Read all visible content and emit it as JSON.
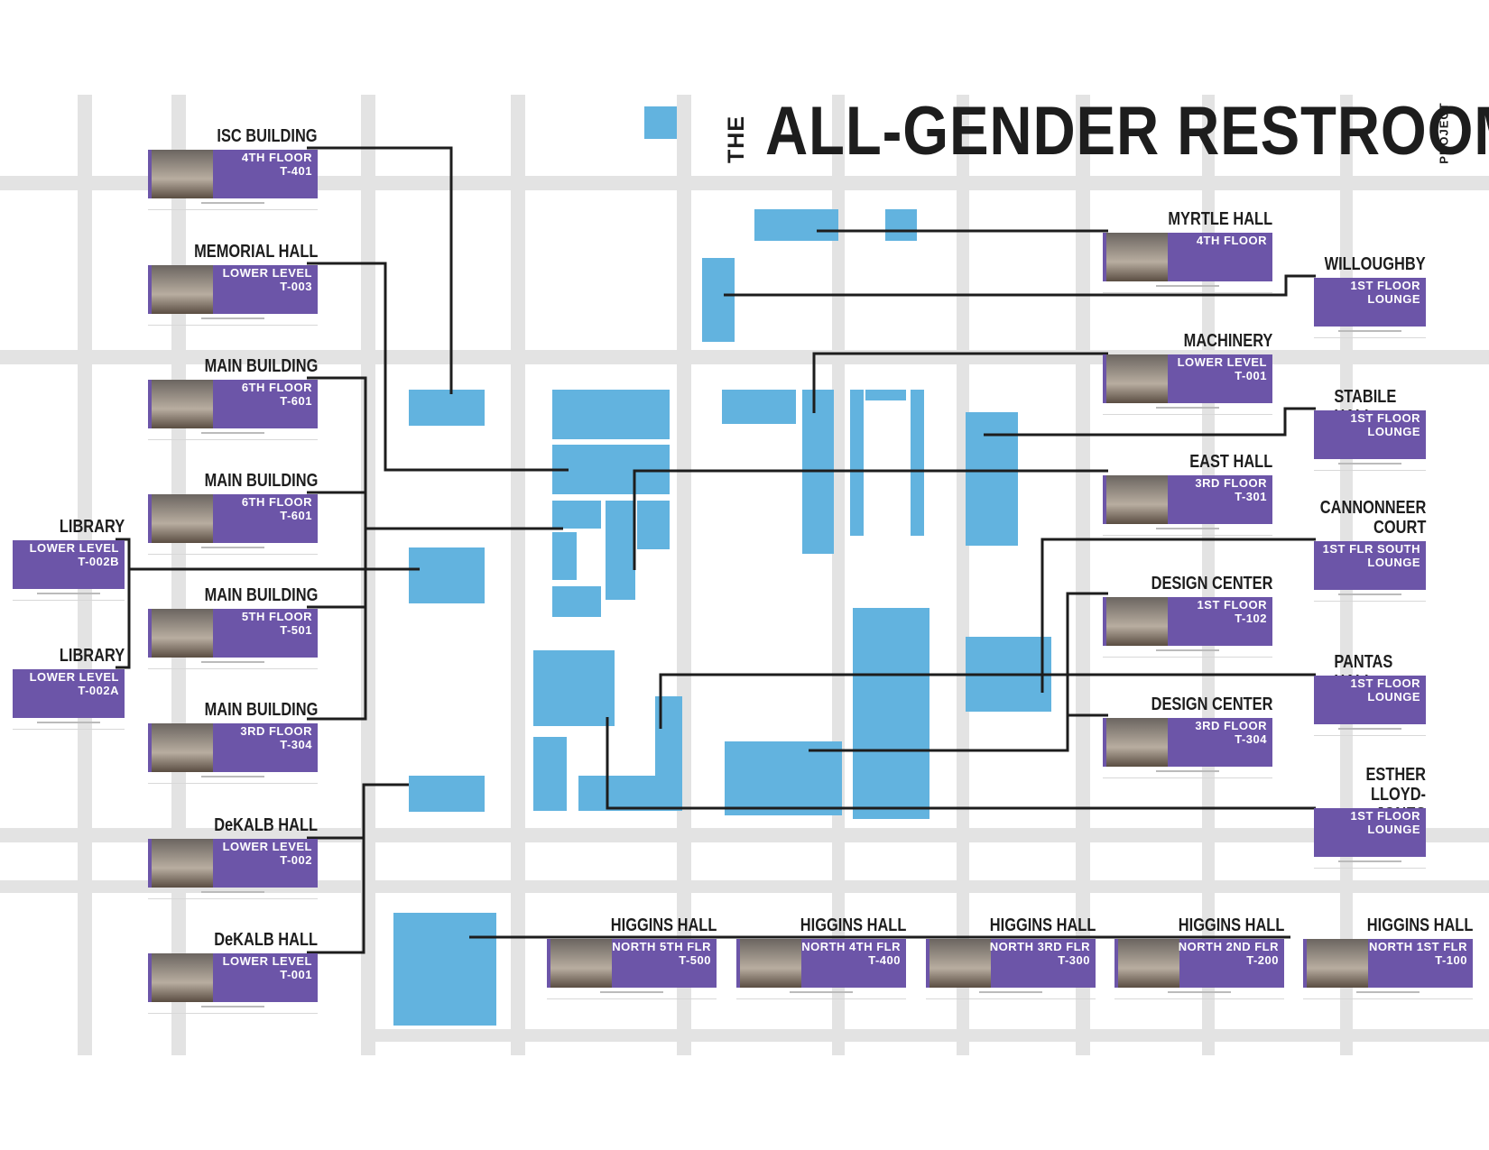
{
  "title": {
    "the": "THE",
    "main": "ALL-GENDER RESTROOM",
    "project": "PROJECT"
  },
  "colors": {
    "building": "#62b3df",
    "street": "#e3e3e3",
    "card": "#6c55a8",
    "line": "#1d1d1d"
  },
  "cards": [
    {
      "name": "ISC BUILDING",
      "loc": "4TH FLOOR\nT-401"
    },
    {
      "name": "MEMORIAL HALL",
      "loc": "LOWER LEVEL\nT-003"
    },
    {
      "name": "MAIN BUILDING",
      "loc": "6TH FLOOR\nT-601"
    },
    {
      "name": "MAIN BUILDING",
      "loc": "6TH FLOOR\nT-601"
    },
    {
      "name": "MAIN BUILDING",
      "loc": "5TH FLOOR\nT-501"
    },
    {
      "name": "MAIN BUILDING",
      "loc": "3RD FLOOR\nT-304"
    },
    {
      "name": "DeKALB HALL",
      "loc": "LOWER LEVEL\nT-002"
    },
    {
      "name": "DeKALB HALL",
      "loc": "LOWER LEVEL\nT-001"
    },
    {
      "name": "LIBRARY",
      "loc": "LOWER LEVEL\nT-002B"
    },
    {
      "name": "LIBRARY",
      "loc": "LOWER LEVEL\nT-002A"
    },
    {
      "name": "MYRTLE HALL",
      "loc": "4TH FLOOR"
    },
    {
      "name": "MACHINERY",
      "loc": "LOWER LEVEL\nT-001"
    },
    {
      "name": "EAST HALL",
      "loc": "3RD FLOOR\nT-301"
    },
    {
      "name": "DESIGN CENTER",
      "loc": "1ST FLOOR\nT-102"
    },
    {
      "name": "DESIGN CENTER",
      "loc": "3RD FLOOR\nT-304"
    },
    {
      "name": "WILLOUGHBY",
      "loc": "1ST FLOOR\nLOUNGE"
    },
    {
      "name": "STABILE HALL",
      "loc": "1ST FLOOR\nLOUNGE"
    },
    {
      "name": "CANNONNEER\nCOURT",
      "loc": "1ST FLR SOUTH\nLOUNGE"
    },
    {
      "name": "PANTAS HALL",
      "loc": "1ST FLOOR\nLOUNGE"
    },
    {
      "name": "ESTHER LLOYD-\nJONES HALL",
      "loc": "1ST FLOOR\nLOUNGE"
    },
    {
      "name": "HIGGINS HALL",
      "loc": "NORTH 5TH FLR\nT-500"
    },
    {
      "name": "HIGGINS HALL",
      "loc": "NORTH 4TH FLR\nT-400"
    },
    {
      "name": "HIGGINS HALL",
      "loc": "NORTH 3RD FLR\nT-300"
    },
    {
      "name": "HIGGINS HALL",
      "loc": "NORTH 2ND FLR\nT-200"
    },
    {
      "name": "HIGGINS HALL",
      "loc": "NORTH 1ST FLR\nT-100"
    }
  ]
}
